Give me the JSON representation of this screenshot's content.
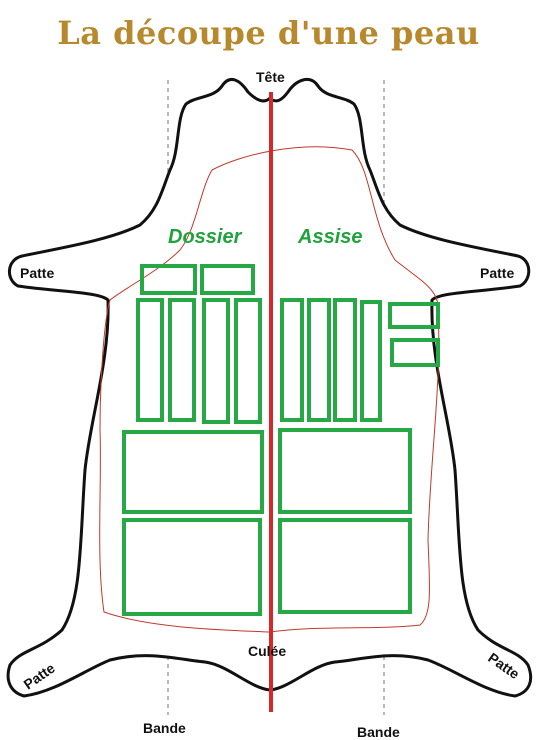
{
  "title": "La découpe d'une peau",
  "labels": {
    "head": "Tête",
    "backrest": "Dossier",
    "seat": "Assise",
    "paw_left": "Patte",
    "paw_right": "Patte",
    "paw_bottom_left": "Patte",
    "paw_bottom_right": "Patte",
    "rump": "Culée",
    "band_left": "Bande",
    "band_right": "Bande"
  },
  "colors": {
    "title": "#b8892c",
    "outline": "#111111",
    "usable_area": "#c0392b",
    "center_line": "#d62828",
    "pieces": "#26a844",
    "guides": "#888888"
  }
}
